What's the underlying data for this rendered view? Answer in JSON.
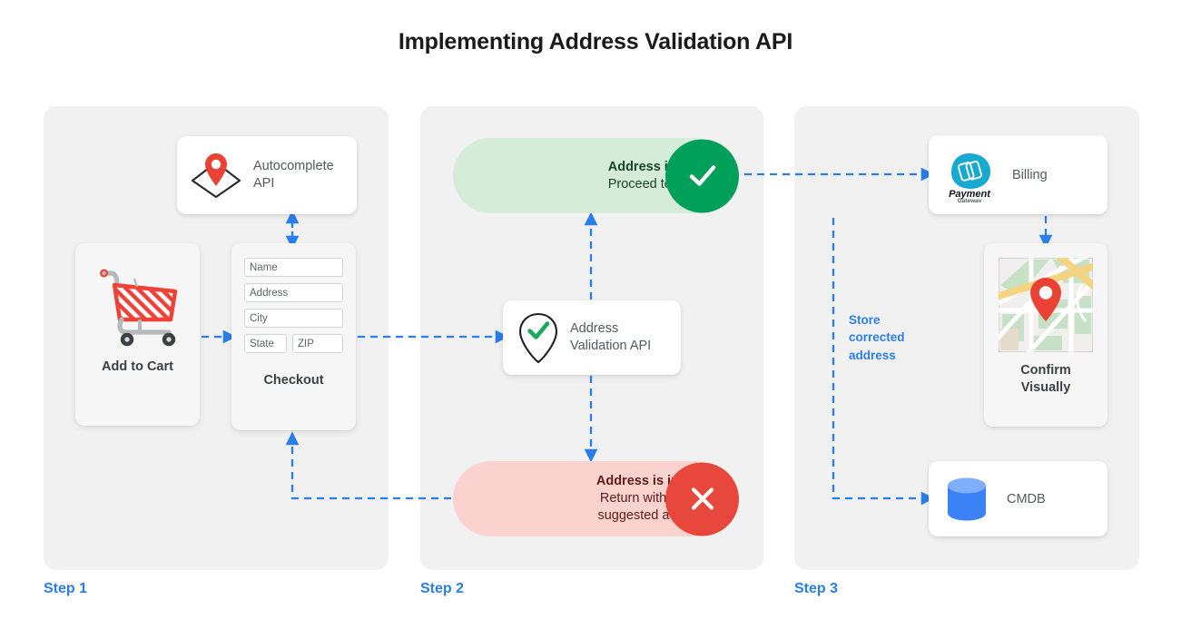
{
  "page": {
    "title": "Implementing Address Validation API",
    "accent_blue": "#2b7de9",
    "panel_bg": "#f1f1f1",
    "valid_green": "#00a05a",
    "invalid_red": "#e8483c",
    "valid_pill_bg": "#d5ecd8",
    "invalid_pill_bg": "#fbd3ce"
  },
  "steps": [
    {
      "label": "Step 1"
    },
    {
      "label": "Step 2"
    },
    {
      "label": "Step 3"
    }
  ],
  "step1": {
    "autocomplete_card": {
      "label_line1": "Autocomplete",
      "label_line2": "API",
      "icon": "map-pin-diamond-icon"
    },
    "add_to_cart_card": {
      "label": "Add to Cart",
      "icon": "shopping-cart-icon"
    },
    "checkout_card": {
      "label": "Checkout",
      "fields": [
        {
          "name": "name",
          "placeholder": "Name"
        },
        {
          "name": "address",
          "placeholder": "Address"
        },
        {
          "name": "city",
          "placeholder": "City"
        },
        {
          "name": "state",
          "placeholder": "State"
        },
        {
          "name": "zip",
          "placeholder": "ZIP"
        }
      ]
    }
  },
  "step2": {
    "valid_pill": {
      "line1": "Address is valid.",
      "line2": "Proceed to billing.",
      "badge_icon": "check-icon"
    },
    "invalid_pill": {
      "line1": "Address is invalid.",
      "line2": "Return with Google",
      "line3": "suggested address.",
      "badge_icon": "close-icon"
    },
    "validation_card": {
      "label_line1": "Address",
      "label_line2": "Validation API",
      "icon": "pin-check-icon"
    }
  },
  "step3": {
    "billing_card": {
      "label": "Billing",
      "logo_primary": "Payment",
      "logo_secondary": "Gateway",
      "icon": "payment-gateway-logo-icon"
    },
    "confirm_card": {
      "label_line1": "Confirm",
      "label_line2": "Visually",
      "icon": "map-thumbnail-icon"
    },
    "cmdb_card": {
      "label": "CMDB",
      "icon": "database-cylinder-icon"
    },
    "store_note": {
      "line1": "Store",
      "line2": "corrected",
      "line3": "address"
    }
  }
}
